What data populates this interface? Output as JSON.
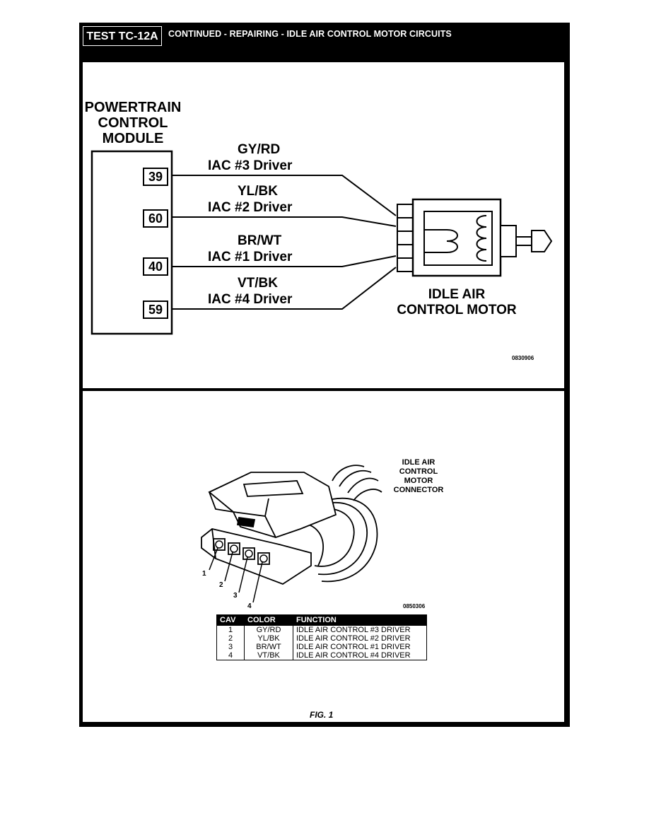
{
  "header": {
    "test_id": "TEST TC-12A",
    "title": "CONTINUED - REPAIRING - IDLE AIR CONTROL MOTOR CIRCUITS"
  },
  "wiring_diagram": {
    "module_title": [
      "POWERTRAIN",
      "CONTROL",
      "MODULE"
    ],
    "circuits": [
      {
        "pin": "39",
        "color": "GY/RD",
        "function": "IAC #3 Driver"
      },
      {
        "pin": "60",
        "color": "YL/BK",
        "function": "IAC #2 Driver"
      },
      {
        "pin": "40",
        "color": "BR/WT",
        "function": "IAC #1 Driver"
      },
      {
        "pin": "59",
        "color": "VT/BK",
        "function": "IAC #4 Driver"
      }
    ],
    "motor_label": [
      "IDLE AIR",
      "CONTROL MOTOR"
    ],
    "code": "0830906"
  },
  "connector_view": {
    "label": [
      "IDLE AIR",
      "CONTROL",
      "MOTOR",
      "CONNECTOR"
    ],
    "cavity_numbers": [
      "1",
      "2",
      "3",
      "4"
    ],
    "code": "0850306"
  },
  "cav_table": {
    "headers": [
      "CAV",
      "COLOR",
      "FUNCTION"
    ],
    "rows": [
      [
        "1",
        "GY/RD",
        "IDLE AIR CONTROL #3 DRIVER"
      ],
      [
        "2",
        "YL/BK",
        "IDLE AIR CONTROL #2 DRIVER"
      ],
      [
        "3",
        "BR/WT",
        "IDLE AIR CONTROL #1 DRIVER"
      ],
      [
        "4",
        "VT/BK",
        "IDLE AIR CONTROL #4 DRIVER"
      ]
    ]
  },
  "figure_caption": "FIG. 1"
}
